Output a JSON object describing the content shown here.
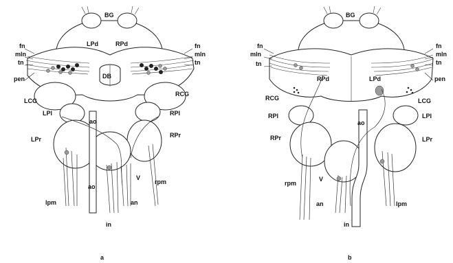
{
  "panels": [
    {
      "caption": "a",
      "labels": {
        "bg": "BG",
        "lpd": "LPd",
        "rpd": "RPd",
        "db": "DB",
        "fn_l": "fn",
        "mln_l": "mln",
        "tn_l": "tn",
        "fn_r": "fn",
        "mln_r": "mln",
        "tn_r": "tn",
        "pen": "pen",
        "lcg": "LCG",
        "rcg": "RCG",
        "lpl": "LPl",
        "rpl": "RPl",
        "lpr": "LPr",
        "rpr": "RPr",
        "ao_top": "ao",
        "ao_bottom": "ao",
        "v": "V",
        "rpm": "rpm",
        "lpm": "lpm",
        "an": "an",
        "in": "in"
      }
    },
    {
      "caption": "b",
      "labels": {
        "bg": "BG",
        "rpd": "RPd",
        "lpd": "LPd",
        "fn_l": "fn",
        "mln_l": "mln",
        "tn_l": "tn",
        "fn_r": "fn",
        "mln_r": "mln",
        "tn_r": "tn",
        "pen": "pen",
        "rcg": "RCG",
        "lcg": "LCG",
        "rpl": "RPl",
        "lpl": "LPl",
        "rpr": "RPr",
        "lpr": "LPr",
        "ao": "ao",
        "v": "V",
        "rpm": "rpm",
        "lpm": "lpm",
        "an": "an",
        "in": "in"
      }
    }
  ]
}
